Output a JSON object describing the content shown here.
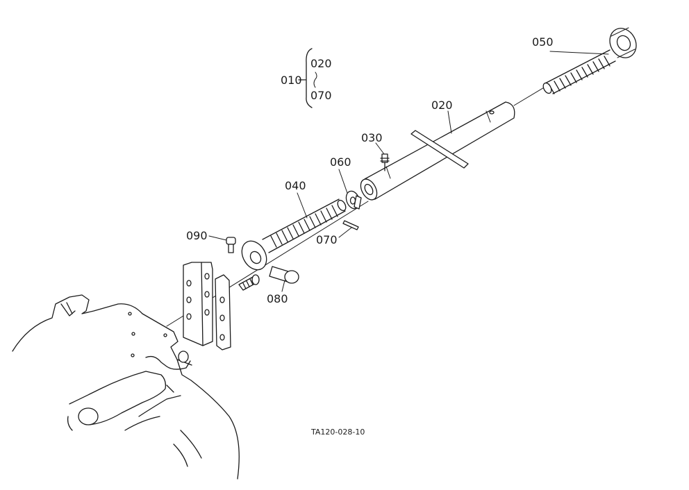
{
  "diagram": {
    "drawing_code": "TA120-028-10",
    "assembly_group": {
      "parent": "010",
      "first": "020",
      "last": "070"
    },
    "callouts": {
      "tube": "020",
      "grease_fitting": "030",
      "rod_end_left": "040",
      "rod_end_right": "050",
      "lock_plate": "060",
      "pin": "070",
      "clevis_pin": "080",
      "grease_fitting_small": "090"
    }
  }
}
